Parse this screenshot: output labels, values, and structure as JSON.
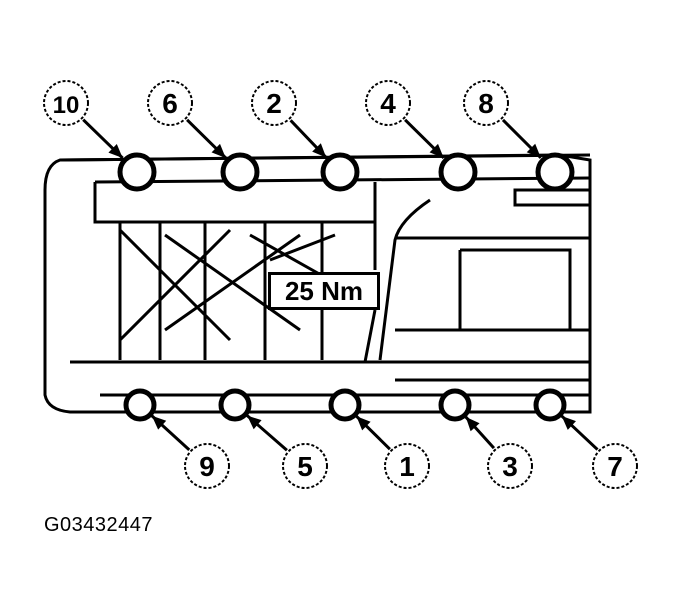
{
  "torque_label": "25 Nm",
  "figure_id": "G03432447",
  "bolt_sequence_top": [
    "10",
    "6",
    "2",
    "4",
    "8"
  ],
  "bolt_sequence_bottom": [
    "9",
    "5",
    "1",
    "3",
    "7"
  ],
  "colors": {
    "line": "#000000",
    "background": "#ffffff"
  }
}
